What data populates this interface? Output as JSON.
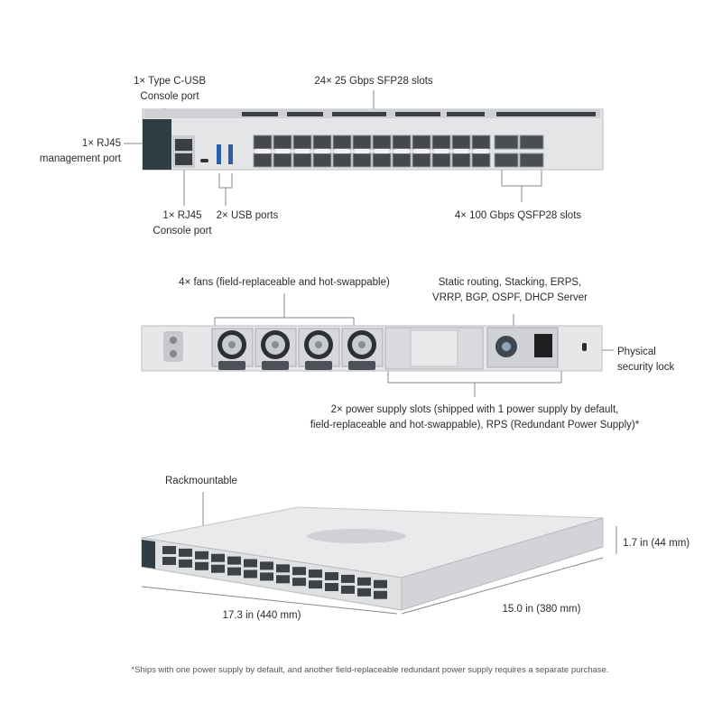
{
  "front_panel": {
    "typec_label": [
      "1× Type C-USB",
      "Console port"
    ],
    "sfp_label": "24× 25 Gbps SFP28 slots",
    "mgmt_label": [
      "1× RJ45",
      "management port"
    ],
    "console_label": [
      "1× RJ45",
      "Console port"
    ],
    "usb_label": "2× USB ports",
    "qsfp_label": "4× 100 Gbps QSFP28 slots",
    "sfp_count": 24,
    "qsfp_count": 4
  },
  "rear_panel": {
    "fans_label": "4× fans (field-replaceable and hot-swappable)",
    "features_label": [
      "Static routing, Stacking, ERPS,",
      "VRRP, BGP, OSPF, DHCP Server"
    ],
    "lock_label": [
      "Physical",
      "security lock"
    ],
    "psu_label": [
      "2× power supply slots (shipped with 1 power supply by default,",
      "field-replaceable and hot-swappable), RPS (Redundant Power Supply)*"
    ],
    "fan_count": 4
  },
  "dimensions": {
    "rack_label": "Rackmountable",
    "height_label": "1.7 in (44 mm)",
    "width_label": "17.3 in (440 mm)",
    "depth_label": "15.0  in (380 mm)"
  },
  "footnote": "*Ships with one power supply by default, and another field-replaceable redundant power supply requires a separate purchase."
}
